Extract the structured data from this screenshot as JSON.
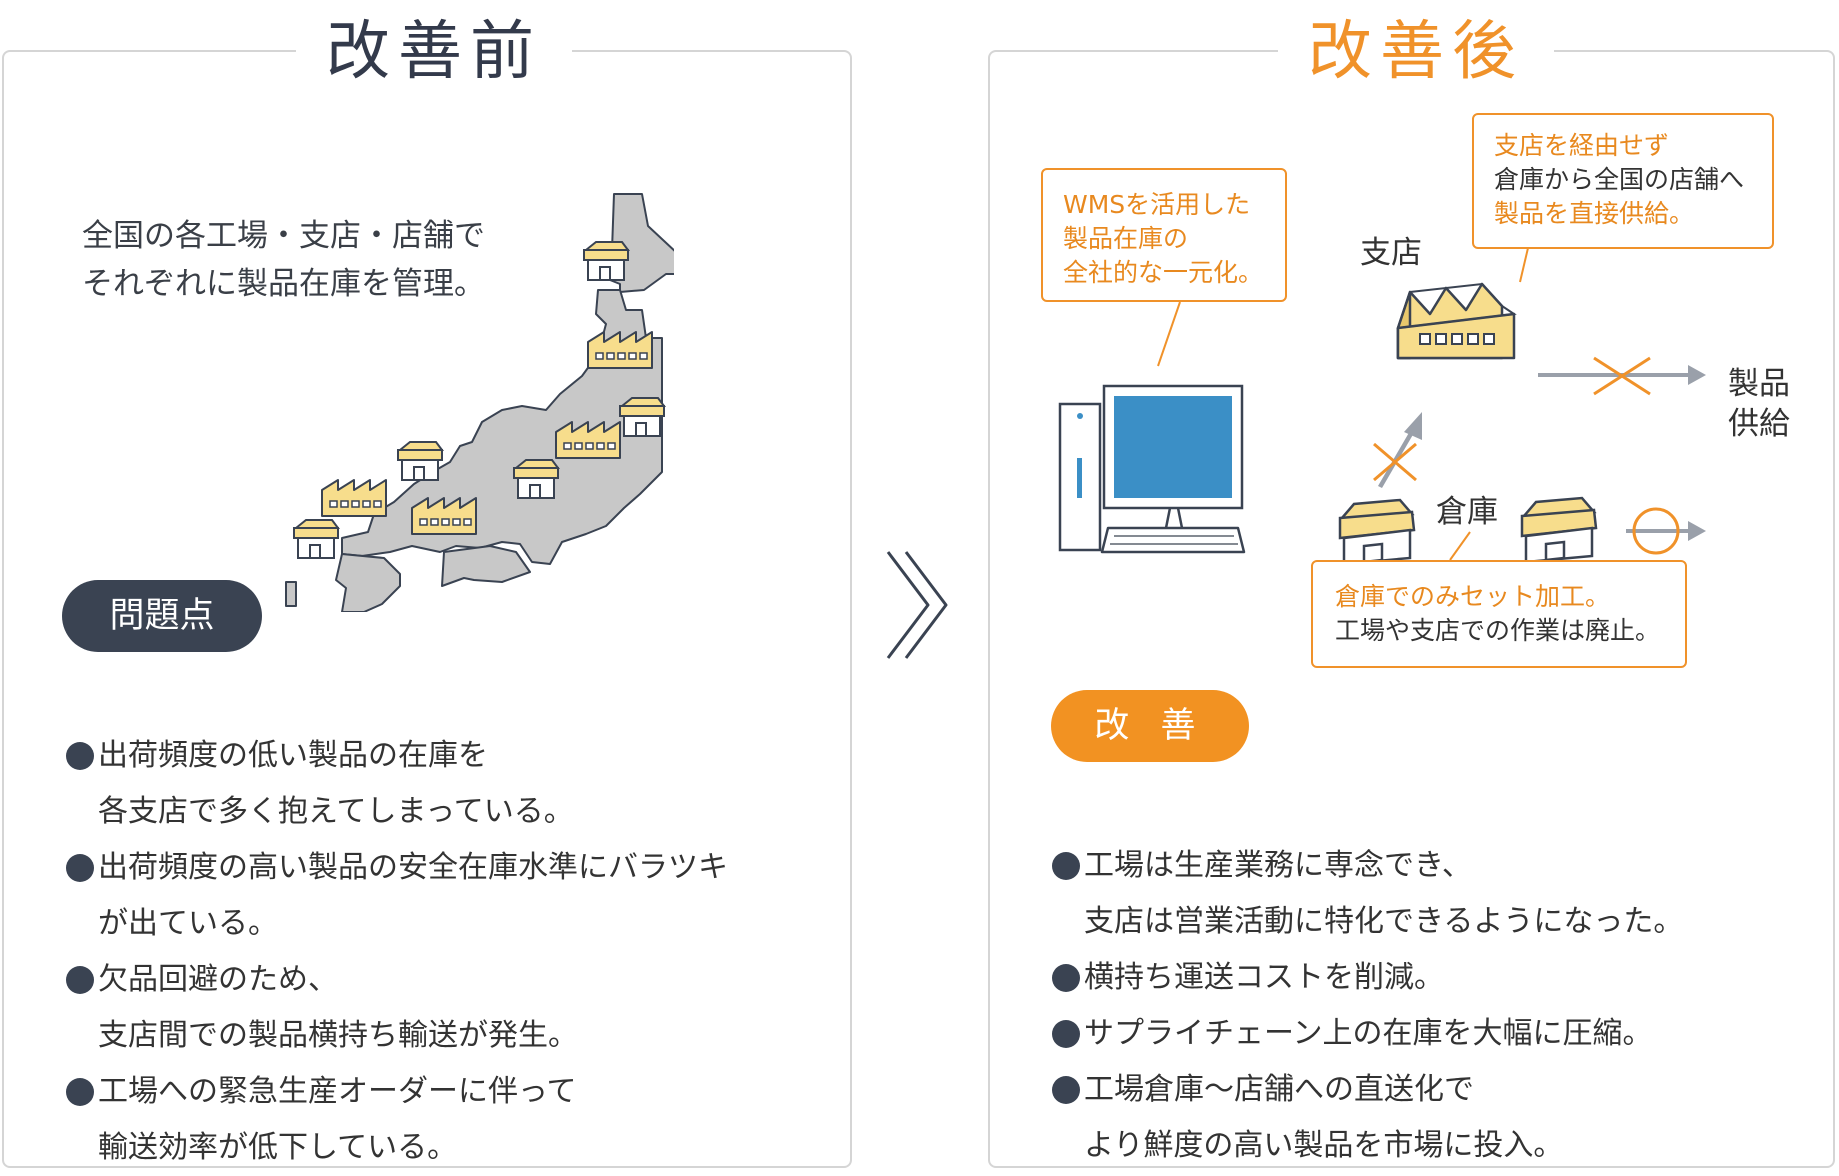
{
  "before": {
    "title": "改善前",
    "description": [
      "全国の各工場・支店・店舗で",
      "それぞれに製品在庫を管理。"
    ],
    "problem_label": "問題点",
    "bullets": [
      [
        "出荷頻度の低い製品の在庫を",
        "各支店で多く抱えてしまっている。"
      ],
      [
        "出荷頻度の高い製品の安全在庫水準にバラツキ",
        "が出ている。"
      ],
      [
        "欠品回避のため、",
        "支店間での製品横持ち輸送が発生。"
      ],
      [
        "工場への緊急生産オーダーに伴って",
        "輸送効率が低下している。"
      ]
    ]
  },
  "after": {
    "title": "改善後",
    "callout_wms": [
      "WMSを活用した",
      "製品在庫の",
      "全社的な一元化。"
    ],
    "callout_direct": [
      "支店を経由せず",
      "倉庫から全国の店舗へ",
      "製品を直接供給。"
    ],
    "callout_set": [
      "倉庫でのみセット加工。",
      "工場や支店での作業は廃止。"
    ],
    "label_branch": "支店",
    "label_warehouse": "倉庫",
    "label_supply": [
      "製品",
      "供給"
    ],
    "improve_label": "改 善",
    "bullets": [
      [
        "工場は生産業務に専念でき、",
        "支店は営業活動に特化できるようになった。"
      ],
      [
        "横持ち運送コストを削減。"
      ],
      [
        "サプライチェーン上の在庫を大幅に圧縮。"
      ],
      [
        "工場倉庫〜店舗への直送化で",
        "より鮮度の高い製品を市場に投入。"
      ]
    ]
  },
  "colors": {
    "navy": "#3a4352",
    "orange": "#f0922a",
    "map_gray": "#c8c8c8",
    "building_yellow": "#f7dd8c",
    "monitor_blue": "#3b8fc6",
    "arrow_gray": "#9aa0aa"
  },
  "icons": [
    "japan-map-icon",
    "factory-icon",
    "warehouse-icon",
    "computer-icon",
    "cross-mark-icon",
    "circle-mark-icon",
    "chevron-right-icon"
  ]
}
